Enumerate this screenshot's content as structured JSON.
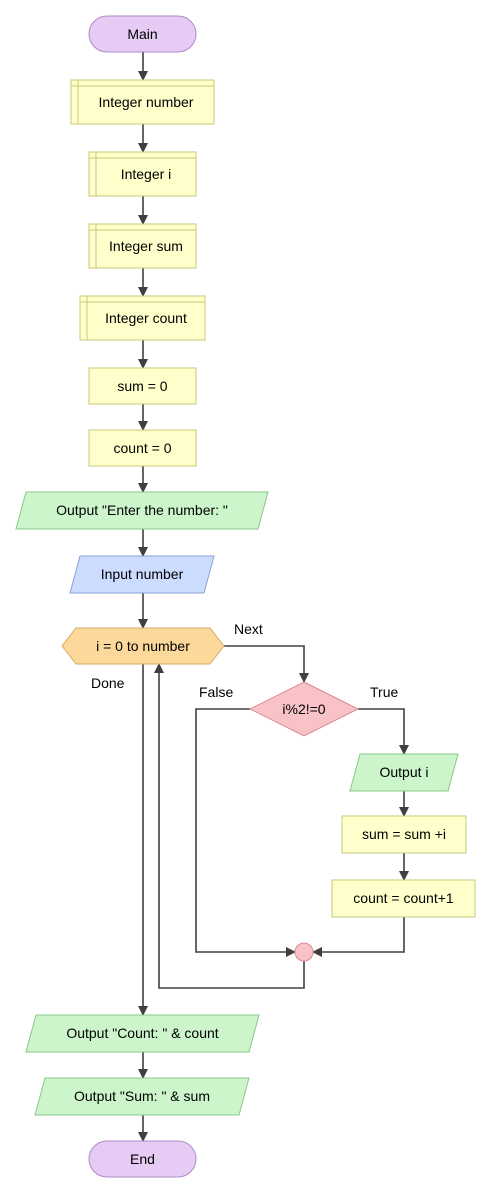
{
  "colors": {
    "terminal_fill": "#e6ccf5",
    "terminal_stroke": "#b08ac8",
    "process_fill": "#ffffcc",
    "process_stroke": "#c8c878",
    "output_fill": "#ccf5cc",
    "output_stroke": "#88c888",
    "input_fill": "#ccdcff",
    "input_stroke": "#8aa2d8",
    "loop_fill": "#fcd89a",
    "loop_stroke": "#d8ac60",
    "decision_fill": "#f9c2c8",
    "decision_stroke": "#d88a92",
    "connector_fill": "#f9c2c8",
    "edge": "#404040"
  },
  "nodes": {
    "main": "Main",
    "decl_number": "Integer number",
    "decl_i": "Integer i",
    "decl_sum": "Integer sum",
    "decl_count": "Integer count",
    "assign_sum": "sum = 0",
    "assign_count": "count = 0",
    "output_prompt": "Output \"Enter the number: \"",
    "input_number": "Input number",
    "loop_for": "i = 0 to number",
    "decision_odd": "i%2!=0",
    "output_i": "Output i",
    "assign_sum_add": "sum = sum +i",
    "assign_count_inc": "count = count+1",
    "output_count": "Output \"Count: \" & count",
    "output_sum": "Output \"Sum: \" & sum",
    "end": "End"
  },
  "edge_labels": {
    "next": "Next",
    "done": "Done",
    "false": "False",
    "true": "True"
  }
}
